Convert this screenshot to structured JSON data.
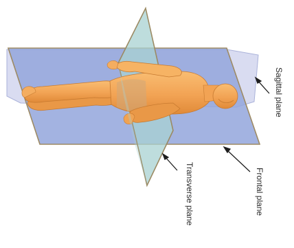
{
  "labels": {
    "sagittal": "Sagittal plane",
    "frontal": "Frontal plane",
    "transverse": "Transverse plane"
  },
  "colors": {
    "frontal_plane_fill": "#93a6dc",
    "frontal_plane_edge": "#9d8a64",
    "transverse_plane_fill": "#a8d2d2",
    "transverse_plane_edge": "#9b8a63",
    "sagittal_plane_fill": "#9fa8d6",
    "body_fill": "#f2a354",
    "body_shadow": "#d98330",
    "label_color": "#2a2a2a"
  }
}
